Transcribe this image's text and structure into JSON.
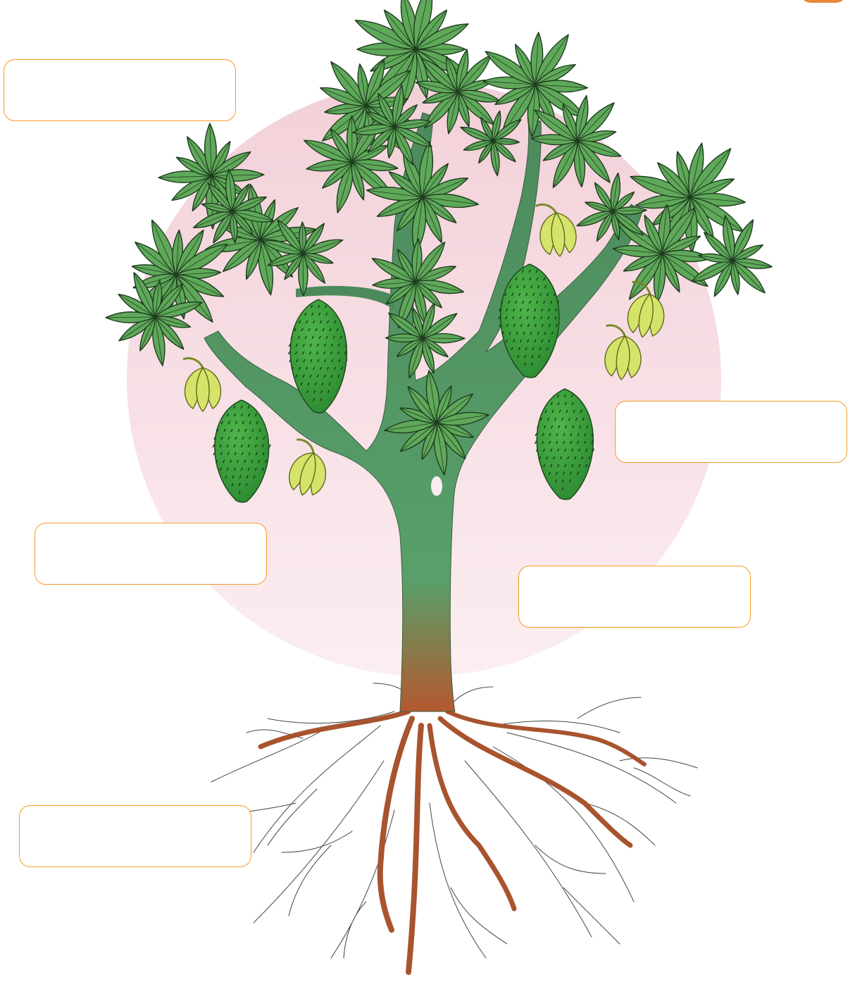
{
  "diagram": {
    "subject": "",
    "labels": [
      {
        "id": "box-1",
        "text": ""
      },
      {
        "id": "box-2",
        "text": ""
      },
      {
        "id": "box-3",
        "text": ""
      },
      {
        "id": "box-4",
        "text": ""
      },
      {
        "id": "box-5",
        "text": ""
      }
    ]
  },
  "colors": {
    "background_circle": "#f7dde3",
    "leaf": "#5fa85a",
    "leaf_outline": "#1f3d1f",
    "trunk": "#4e8f5f",
    "root": "#a8542e",
    "fruit": "#3c9a3c",
    "flower": "#d6e36a",
    "label_border": "#f59a23"
  }
}
